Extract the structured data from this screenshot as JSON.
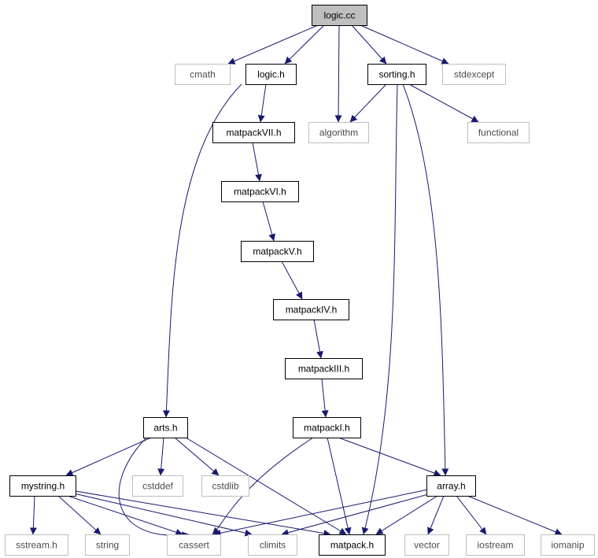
{
  "graph": {
    "colors": {
      "edge": "#191970",
      "root_fill": "#bfbfbf",
      "node_border": "#000000",
      "external_border": "#bfbfbf",
      "node_text": "#000000",
      "external_text": "#4a4a4a"
    },
    "nodes": [
      {
        "id": "logic_cc",
        "label": "logic.cc",
        "kind": "root"
      },
      {
        "id": "cmath",
        "label": "cmath",
        "kind": "external"
      },
      {
        "id": "logic_h",
        "label": "logic.h",
        "kind": "local"
      },
      {
        "id": "sorting_h",
        "label": "sorting.h",
        "kind": "local"
      },
      {
        "id": "stdexcept",
        "label": "stdexcept",
        "kind": "external"
      },
      {
        "id": "matpackVII_h",
        "label": "matpackVII.h",
        "kind": "local"
      },
      {
        "id": "algorithm",
        "label": "algorithm",
        "kind": "external"
      },
      {
        "id": "functional",
        "label": "functional",
        "kind": "external"
      },
      {
        "id": "matpackVI_h",
        "label": "matpackVI.h",
        "kind": "local"
      },
      {
        "id": "matpackV_h",
        "label": "matpackV.h",
        "kind": "local"
      },
      {
        "id": "matpackIV_h",
        "label": "matpackIV.h",
        "kind": "local"
      },
      {
        "id": "matpackIII_h",
        "label": "matpackIII.h",
        "kind": "local"
      },
      {
        "id": "arts_h",
        "label": "arts.h",
        "kind": "local"
      },
      {
        "id": "matpackI_h",
        "label": "matpackI.h",
        "kind": "local"
      },
      {
        "id": "cstddef",
        "label": "cstddef",
        "kind": "external"
      },
      {
        "id": "cstdlib",
        "label": "cstdlib",
        "kind": "external"
      },
      {
        "id": "mystring_h",
        "label": "mystring.h",
        "kind": "local"
      },
      {
        "id": "array_h",
        "label": "array.h",
        "kind": "local"
      },
      {
        "id": "sstream_h",
        "label": "sstream.h",
        "kind": "external"
      },
      {
        "id": "string",
        "label": "string",
        "kind": "external"
      },
      {
        "id": "cassert",
        "label": "cassert",
        "kind": "external"
      },
      {
        "id": "climits",
        "label": "climits",
        "kind": "external"
      },
      {
        "id": "matpack_h",
        "label": "matpack.h",
        "kind": "local"
      },
      {
        "id": "vector",
        "label": "vector",
        "kind": "external"
      },
      {
        "id": "iostream",
        "label": "iostream",
        "kind": "external"
      },
      {
        "id": "iomanip",
        "label": "iomanip",
        "kind": "external"
      }
    ],
    "edges": [
      {
        "from": "logic_cc",
        "to": "cmath"
      },
      {
        "from": "logic_cc",
        "to": "logic_h"
      },
      {
        "from": "logic_cc",
        "to": "algorithm"
      },
      {
        "from": "logic_cc",
        "to": "sorting_h"
      },
      {
        "from": "logic_cc",
        "to": "stdexcept"
      },
      {
        "from": "logic_h",
        "to": "matpackVII_h"
      },
      {
        "from": "logic_h",
        "to": "arts_h"
      },
      {
        "from": "sorting_h",
        "to": "algorithm"
      },
      {
        "from": "sorting_h",
        "to": "functional"
      },
      {
        "from": "sorting_h",
        "to": "matpack_h"
      },
      {
        "from": "sorting_h",
        "to": "array_h"
      },
      {
        "from": "matpackVII_h",
        "to": "matpackVI_h"
      },
      {
        "from": "matpackVI_h",
        "to": "matpackV_h"
      },
      {
        "from": "matpackV_h",
        "to": "matpackIV_h"
      },
      {
        "from": "matpackIV_h",
        "to": "matpackIII_h"
      },
      {
        "from": "matpackIII_h",
        "to": "matpackI_h"
      },
      {
        "from": "arts_h",
        "to": "mystring_h"
      },
      {
        "from": "arts_h",
        "to": "cstddef"
      },
      {
        "from": "arts_h",
        "to": "cstdlib"
      },
      {
        "from": "arts_h",
        "to": "cassert"
      },
      {
        "from": "arts_h",
        "to": "matpack_h"
      },
      {
        "from": "matpackI_h",
        "to": "cassert"
      },
      {
        "from": "matpackI_h",
        "to": "matpack_h"
      },
      {
        "from": "matpackI_h",
        "to": "array_h"
      },
      {
        "from": "mystring_h",
        "to": "sstream_h"
      },
      {
        "from": "mystring_h",
        "to": "string"
      },
      {
        "from": "mystring_h",
        "to": "cassert"
      },
      {
        "from": "mystring_h",
        "to": "climits"
      },
      {
        "from": "mystring_h",
        "to": "matpack_h"
      },
      {
        "from": "array_h",
        "to": "cassert"
      },
      {
        "from": "array_h",
        "to": "climits"
      },
      {
        "from": "array_h",
        "to": "matpack_h"
      },
      {
        "from": "array_h",
        "to": "vector"
      },
      {
        "from": "array_h",
        "to": "iostream"
      },
      {
        "from": "array_h",
        "to": "iomanip"
      }
    ]
  }
}
